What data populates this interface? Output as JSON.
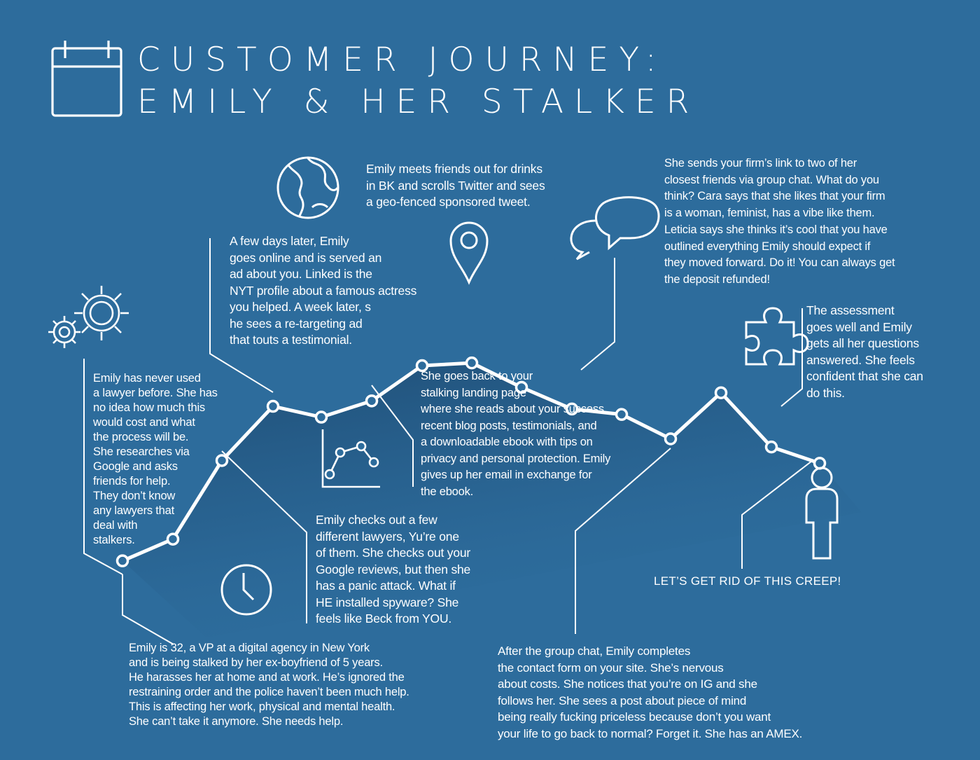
{
  "title": {
    "line1": "CUSTOMER JOURNEY:",
    "line2": "EMILY & HER STALKER"
  },
  "steps": [
    {
      "id": "intro",
      "text": "Emily is 32, a VP at a digital agency in New York\nand is being stalked by her ex-boyfriend of 5 years.\nHe harasses her at home and at work. He’s ignored the\nrestraining order and the police haven’t been much help.\nThis is affecting her work, physical and mental health.\nShe can’t take it anymore. She needs help."
    },
    {
      "id": "research",
      "text": "Emily has never used\na lawyer before. She has\nno idea how much this\nwould cost and what\nthe process will be.\nShe researches via\nGoogle and asks\nfriends for help.\nThey don’t know\nany lawyers that\ndeal with\nstalkers."
    },
    {
      "id": "retargeting",
      "text": "A few days later, Emily\ngoes online and is served an\nad about you. Linked is the\nNYT profile about a famous actress\nyou helped. A week later, s\nhe sees a re-targeting ad\nthat touts a testimonial."
    },
    {
      "id": "compare",
      "text": "Emily checks out a few\ndifferent lawyers, Yu’re  one\nof them. She checks out your\nGoogle reviews, but then she\nhas a panic attack. What if\nHE installed spyware? She\nfeels like Beck from YOU."
    },
    {
      "id": "geofence",
      "text": "Emily meets friends out for drinks\nin BK and scrolls Twitter and sees\na geo-fenced sponsored tweet."
    },
    {
      "id": "landing",
      "text": "She goes back to your\nstalking landing page\nwhere she reads about your success,\nrecent blog posts, testimonials, and\na downloadable ebook with tips on\nprivacy and personal protection. Emily\ngives up her email in exchange for\nthe ebook."
    },
    {
      "id": "group-chat",
      "text": "She sends your firm’s link to two of her\nclosest friends via group chat. What do you\nthink? Cara says that she likes that your firm\nis a woman, feminist, has a vibe like them.\nLeticia says she thinks it’s cool that you have\noutlined everything Emily should expect if\nthey moved forward. Do it! You can always get\nthe deposit refunded!"
    },
    {
      "id": "contact",
      "text": "After the group chat, Emily completes\nthe contact form on your site. She’s nervous\nabout costs. She notices that you’re on IG and she\nfollows her. She sees a post about piece of mind\nbeing really fucking priceless because don’t you want\nyour life to go back to normal? Forget it. She has an AMEX."
    },
    {
      "id": "assessment",
      "text": "The assessment\ngoes well and Emily\ngets all her questions\nanswered. She feels\nconfident that she can\ndo this."
    }
  ],
  "cta": "LET’S GET RID OF THIS CREEP!",
  "journey_levels": [
    0.05,
    0.13,
    0.42,
    0.62,
    0.58,
    0.64,
    0.77,
    0.78,
    0.69,
    0.61,
    0.59,
    0.5,
    0.67,
    0.47,
    0.41
  ],
  "icons": [
    "calendar-icon",
    "gears-icon",
    "clock-icon",
    "line-chart-icon",
    "globe-icon",
    "location-pin-icon",
    "speech-bubbles-icon",
    "puzzle-icon",
    "person-icon"
  ],
  "colors": {
    "background": "#2d6c9c",
    "foreground": "#ffffff",
    "shadow": "#15385a"
  }
}
